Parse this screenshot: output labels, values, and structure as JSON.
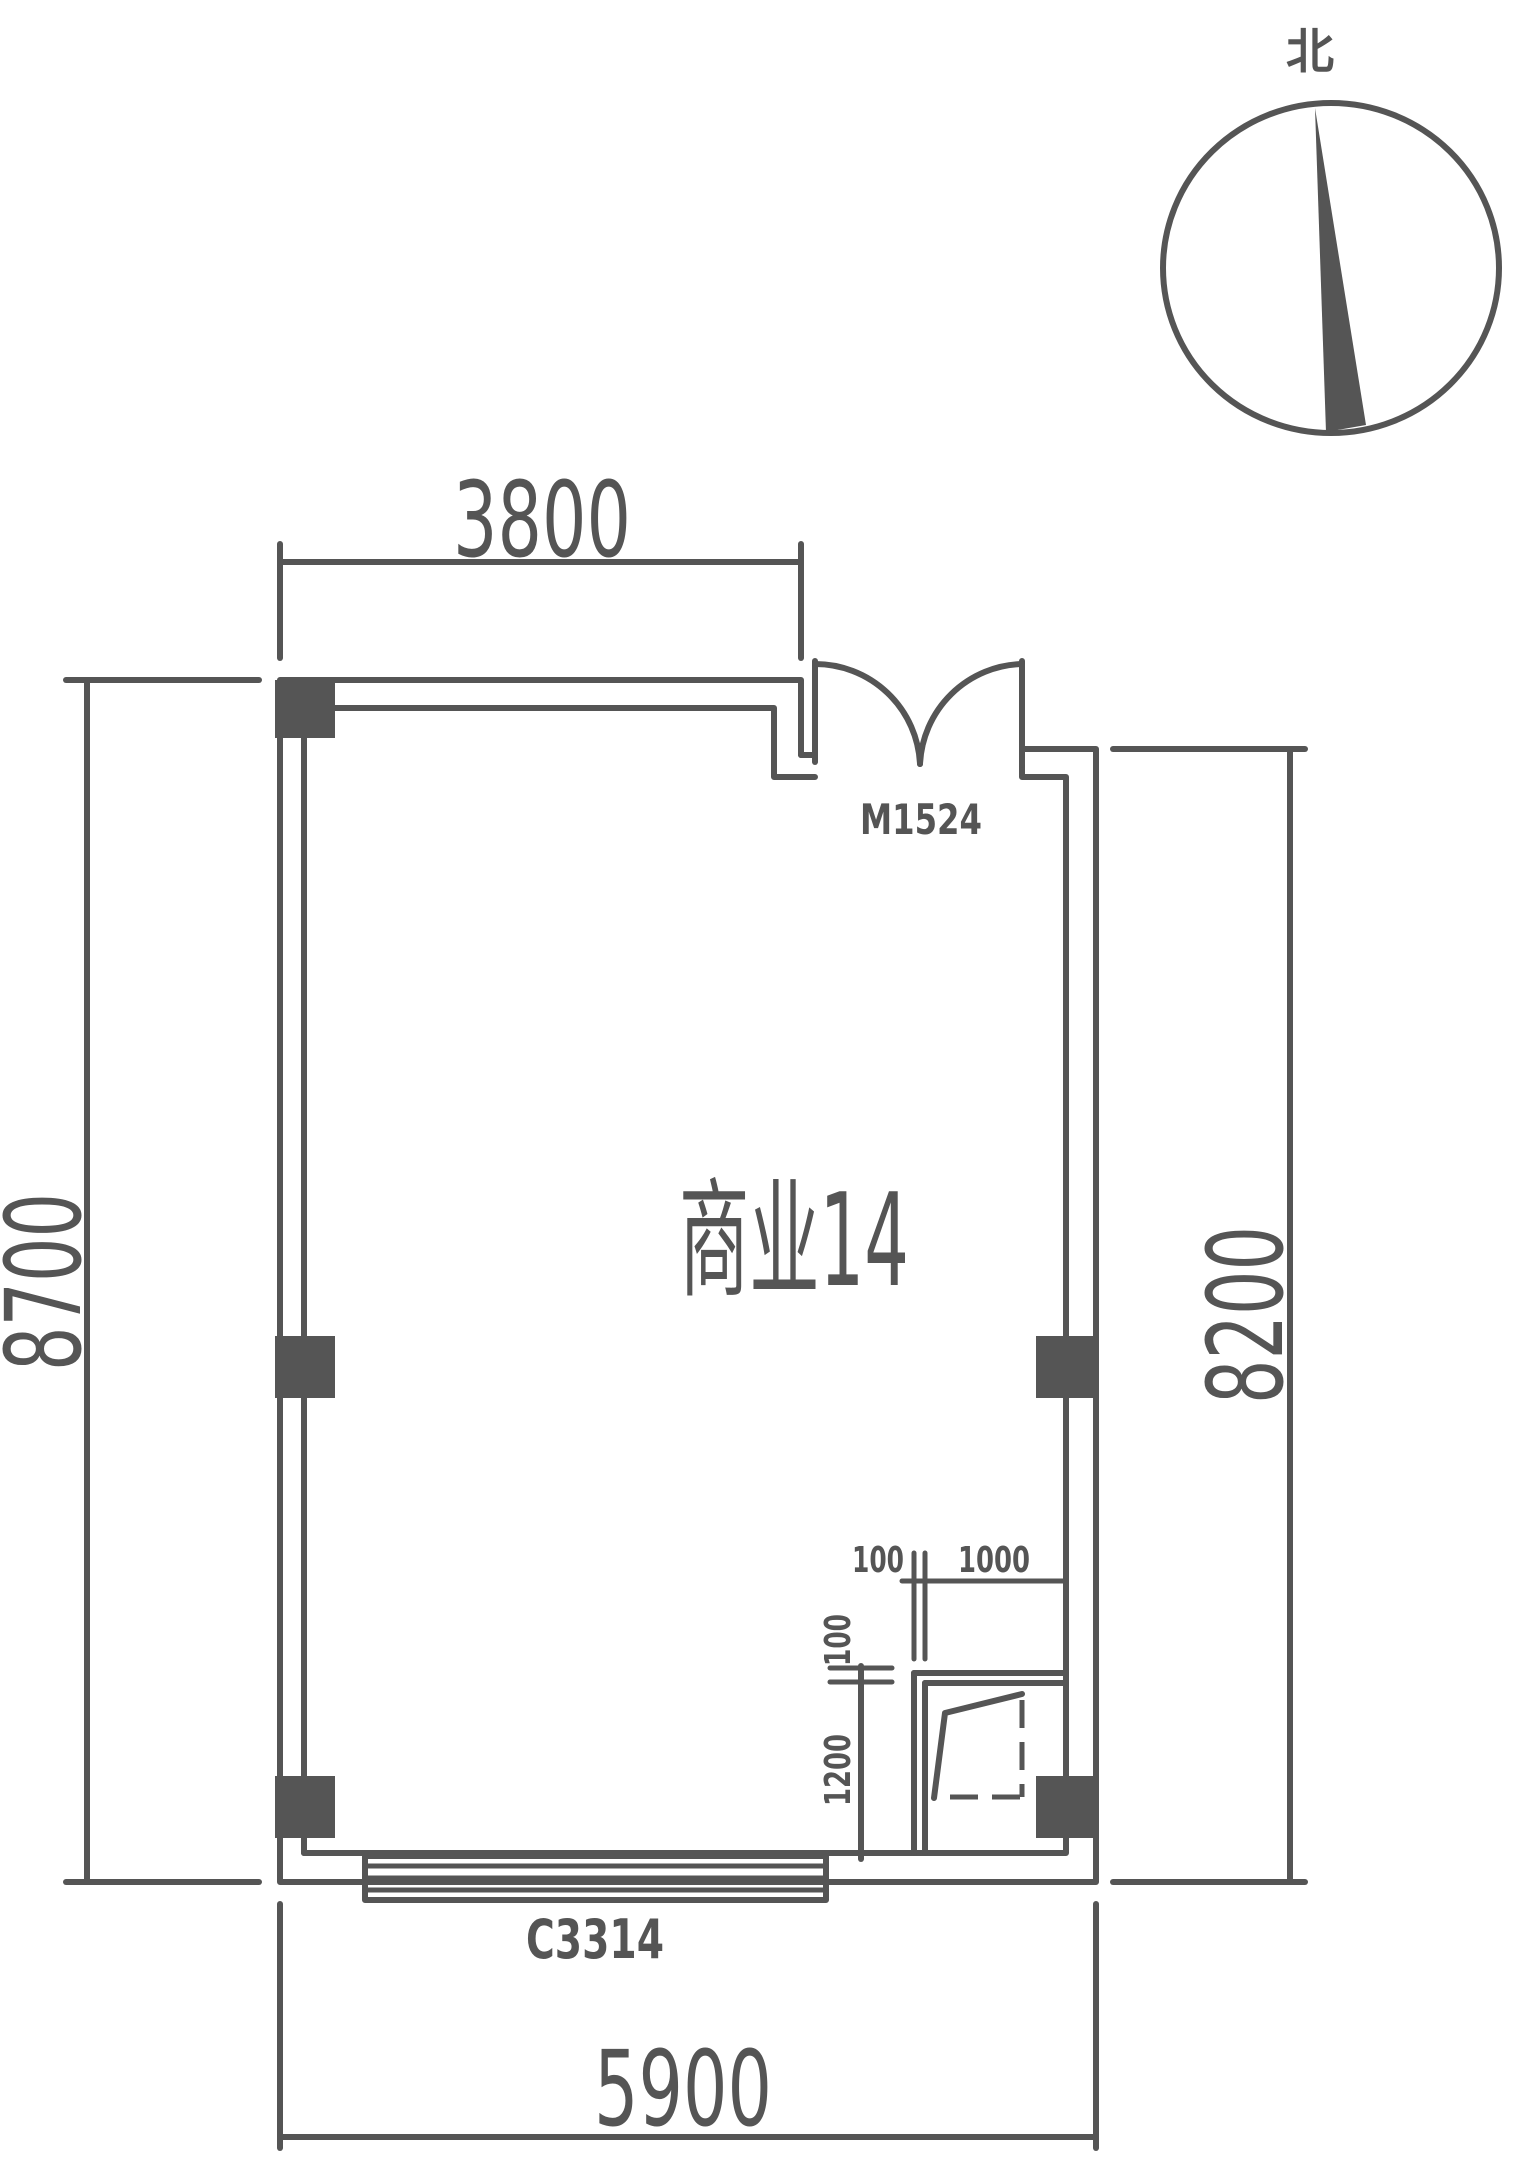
{
  "north_label": "北",
  "room": {
    "label": "商业14"
  },
  "door": {
    "label": "M1524"
  },
  "window": {
    "label": "C3314"
  },
  "dimensions": {
    "top": "3800",
    "bottom": "5900",
    "left": "8700",
    "right": "8200",
    "small_100_h": "100",
    "small_1000": "1000",
    "small_100_v": "100",
    "small_1200": "1200"
  },
  "colors": {
    "line": "#555555"
  }
}
